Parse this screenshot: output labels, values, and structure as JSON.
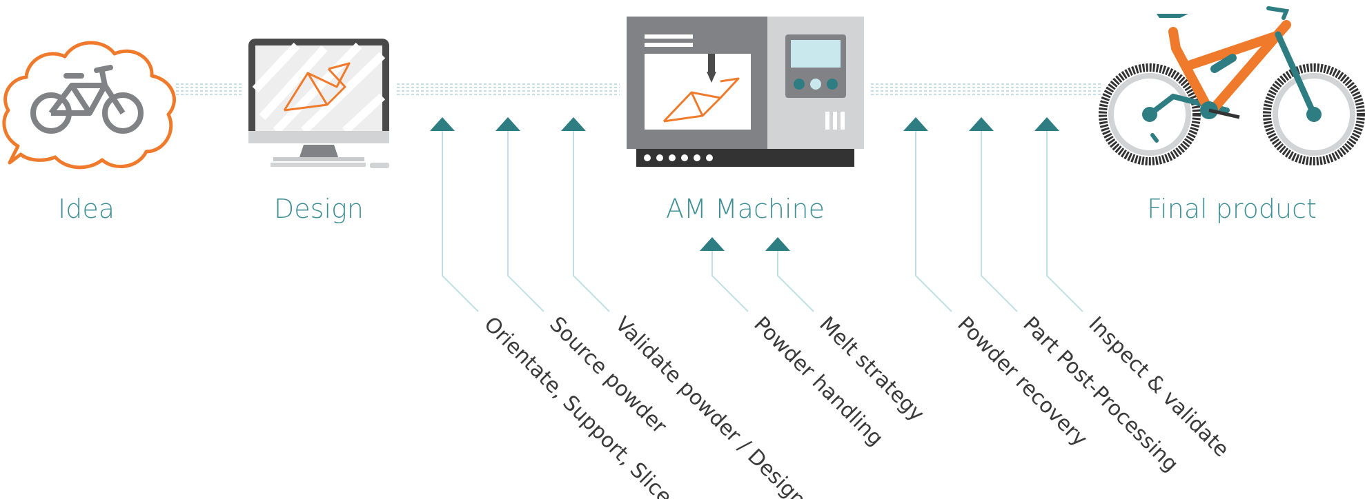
{
  "colors": {
    "teal": "#2e7d83",
    "teal_text": "#3f9096",
    "leader": "#bfe0e4",
    "orange": "#f07a2b",
    "dark_gray": "#4a4a4a",
    "mid_gray": "#808285",
    "light_gray": "#d2d3d4",
    "text": "#3a3a3a"
  },
  "stages": [
    {
      "id": "idea",
      "label": "Idea",
      "icon": "thought-cloud-bike-icon"
    },
    {
      "id": "design",
      "label": "Design",
      "icon": "computer-monitor-icon"
    },
    {
      "id": "am-machine",
      "label": "AM Machine",
      "icon": "3d-printer-machine-icon"
    },
    {
      "id": "final-product",
      "label": "Final product",
      "icon": "mountain-bike-icon"
    }
  ],
  "pre_build_steps": [
    "Orientate, Support, Slice",
    "Source powder",
    "Validate powder / Design"
  ],
  "machine_steps": [
    "Powder handling",
    "Melt strategy"
  ],
  "post_build_steps": [
    "Powder recovery",
    "Part Post-Processing",
    "Inspect & validate"
  ]
}
